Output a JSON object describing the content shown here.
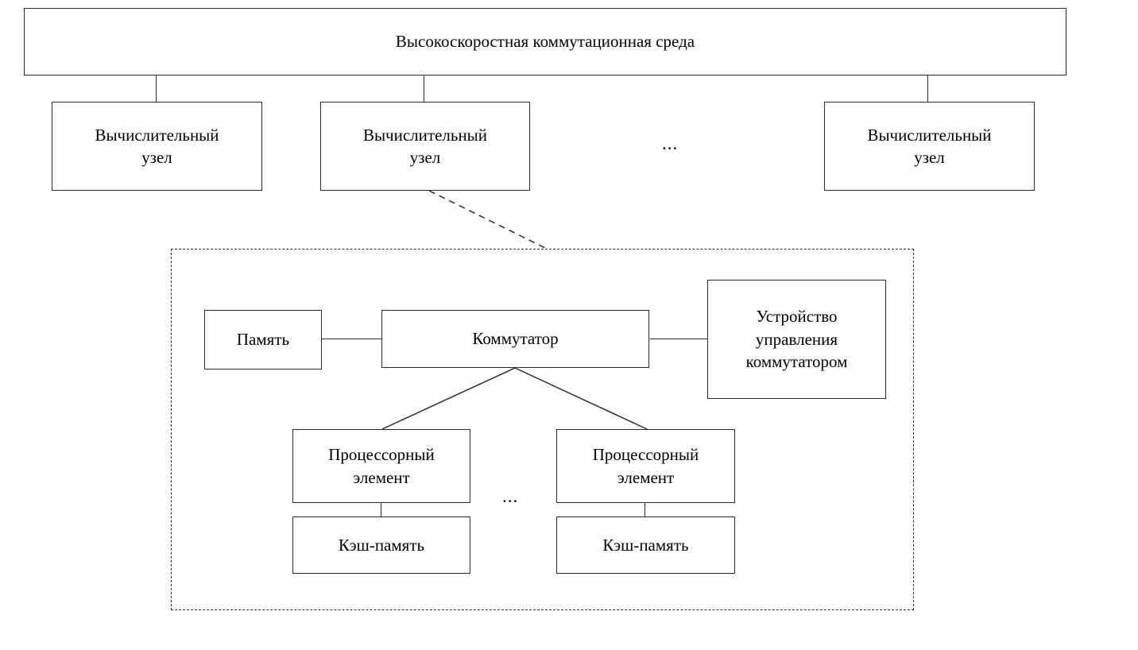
{
  "top_bar": {
    "label": "Высокоскоростная коммутационная среда"
  },
  "compute_nodes": {
    "node1": {
      "line1": "Вычислительный",
      "line2": "узел"
    },
    "node2": {
      "line1": "Вычислительный",
      "line2": "узел"
    },
    "node3": {
      "line1": "Вычислительный",
      "line2": "узел"
    },
    "ellipsis": "..."
  },
  "node_detail": {
    "memory": {
      "label": "Память"
    },
    "switch": {
      "label": "Коммутатор"
    },
    "controller": {
      "line1": "Устройство",
      "line2": "управления",
      "line3": "коммутатором"
    },
    "processor1": {
      "line1": "Процессорный",
      "line2": "элемент"
    },
    "processor2": {
      "line1": "Процессорный",
      "line2": "элемент"
    },
    "ellipsis": "...",
    "cache1": {
      "label": "Кэш-память"
    },
    "cache2": {
      "label": "Кэш-память"
    }
  },
  "colors": {
    "line": "#2a2a2a",
    "background": "#ffffff"
  }
}
